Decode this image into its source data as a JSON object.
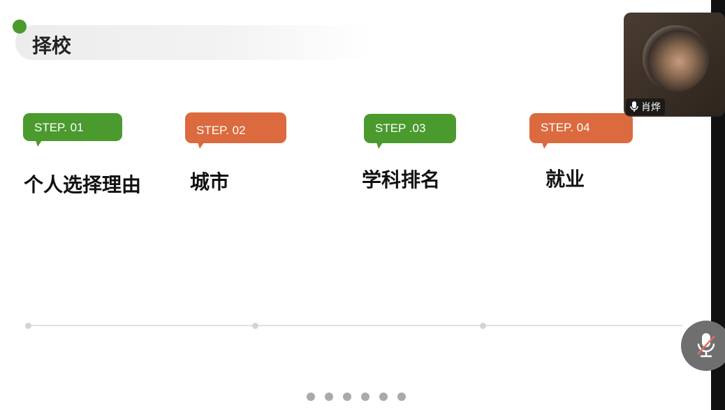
{
  "slide": {
    "title": "择校",
    "steps": [
      {
        "label": "STEP. 01",
        "heading": "个人选择理由",
        "color": "#4a9a2e"
      },
      {
        "label": "STEP. 02",
        "heading": "城市",
        "color": "#db6a3e"
      },
      {
        "label": "STEP .03",
        "heading": "学科排名",
        "color": "#4a9a2e"
      },
      {
        "label": "STEP. 04",
        "heading": "就业",
        "color": "#db6a3e"
      }
    ],
    "page_count": 6
  },
  "participant": {
    "name": "肖烨"
  }
}
